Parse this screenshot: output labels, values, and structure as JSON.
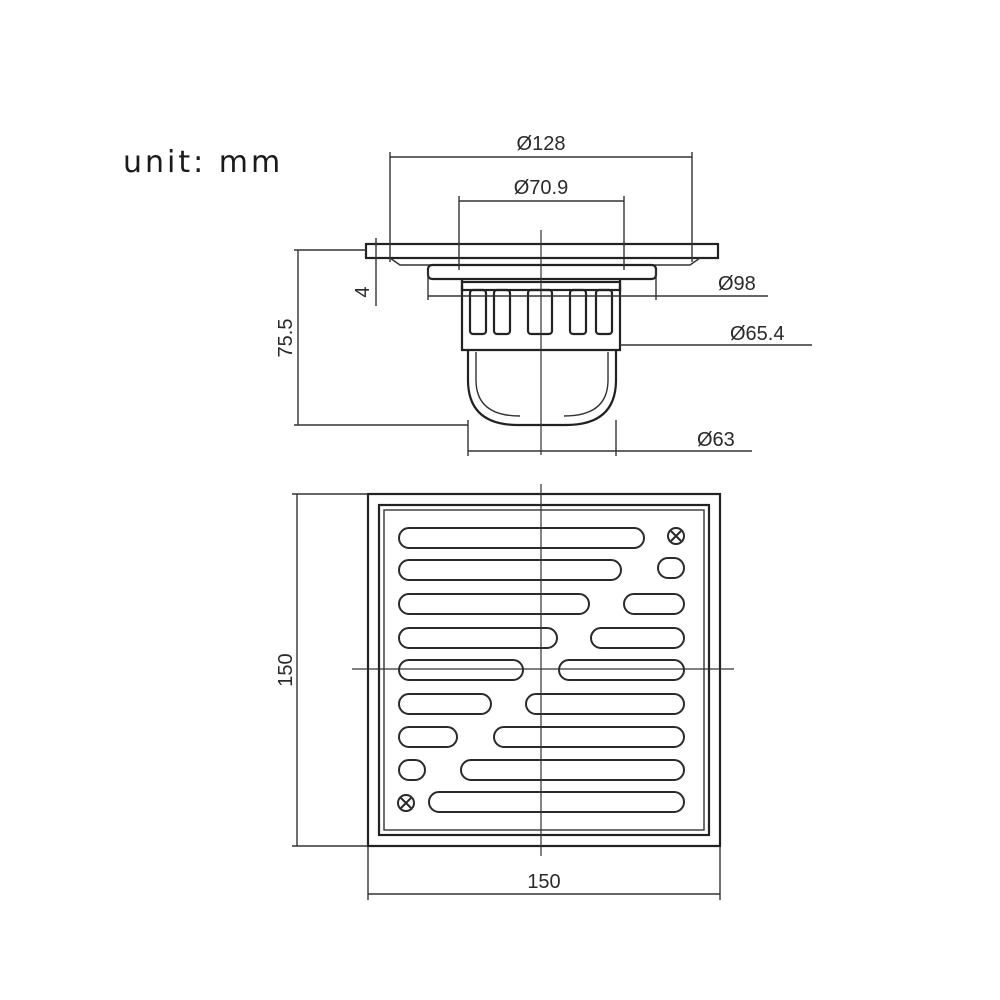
{
  "unit_label": "unit: mm",
  "dimensions": {
    "flange_diameter": "Ø128",
    "top_opening_diameter": "Ø70.9",
    "flange_thickness": "4",
    "total_height": "75.5",
    "ring_diameter": "Ø98",
    "body_diameter": "Ø65.4",
    "bottom_diameter": "Ø63",
    "plate_height": "150",
    "plate_width": "150"
  },
  "colors": {
    "line": "#222222",
    "background": "#ffffff"
  },
  "icons": [
    "screw-icon-top-right",
    "screw-icon-bottom-left"
  ]
}
